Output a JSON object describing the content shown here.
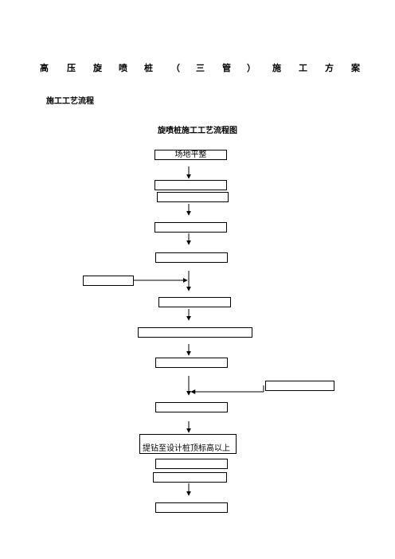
{
  "document": {
    "title_chars": [
      "高",
      "压",
      "旋",
      "喷",
      "桩",
      "（",
      "三",
      "管",
      "）",
      "施",
      "工",
      "方",
      "案"
    ],
    "section_heading": "施工工艺流程",
    "flowchart_title": "旋喷桩施工工艺流程图"
  },
  "flowchart": {
    "steps": [
      "场地平整",
      "",
      "",
      "",
      "",
      "",
      "",
      "",
      "",
      "",
      "提钻至设计桩顶标高以上",
      "",
      "",
      ""
    ],
    "side_inputs": [
      "",
      ""
    ]
  }
}
